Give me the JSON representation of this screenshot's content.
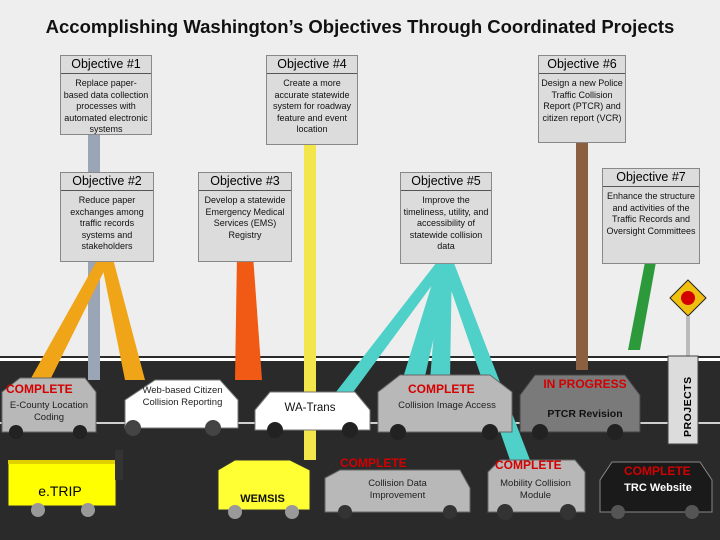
{
  "title": "Accomplishing Washington’s Objectives Through Coordinated Projects",
  "objectives": [
    {
      "heading": "Objective #1",
      "text": "Replace paper-based data collection processes with automated electronic systems"
    },
    {
      "heading": "Objective #2",
      "text": "Reduce paper exchanges among traffic records systems and stakeholders"
    },
    {
      "heading": "Objective #3",
      "text": "Develop a statewide Emergency Medical Services (EMS) Registry"
    },
    {
      "heading": "Objective #4",
      "text": "Create a more accurate statewide system for roadway feature and event location"
    },
    {
      "heading": "Objective #5",
      "text": "Improve the timeliness, utility, and accessibility of statewide collision data"
    },
    {
      "heading": "Objective #6",
      "text": "Design a new Police Traffic Collision Report (PTCR) and citizen report (VCR)"
    },
    {
      "heading": "Objective #7",
      "text": "Enhance the structure and activities of the Traffic Records and Oversight Committees"
    }
  ],
  "projects_sign": "PROJECTS",
  "projects": {
    "ecounty": {
      "status": "COMPLETE",
      "name": "E-County Location Coding"
    },
    "web_citizen": {
      "name": "Web-based Citizen Collision Reporting"
    },
    "watrans": {
      "name": "WA-Trans"
    },
    "collision_image": {
      "status": "COMPLETE",
      "name": "Collision Image Access"
    },
    "ptcr": {
      "status": "IN PROGRESS",
      "name": "PTCR Revision"
    },
    "etrip": {
      "name": "e.TRIP"
    },
    "wemsis": {
      "name": "WEMSIS"
    },
    "collision_data": {
      "status": "COMPLETE",
      "name": "Collision Data Improvement"
    },
    "mobility": {
      "status": "COMPLETE",
      "name": "Mobility Collision Module"
    },
    "trc": {
      "status": "COMPLETE",
      "name": "TRC Website"
    }
  },
  "colors": {
    "status_red": "#d40000",
    "road": "#2a2a2a",
    "objective_box": "#dcdcdc"
  }
}
